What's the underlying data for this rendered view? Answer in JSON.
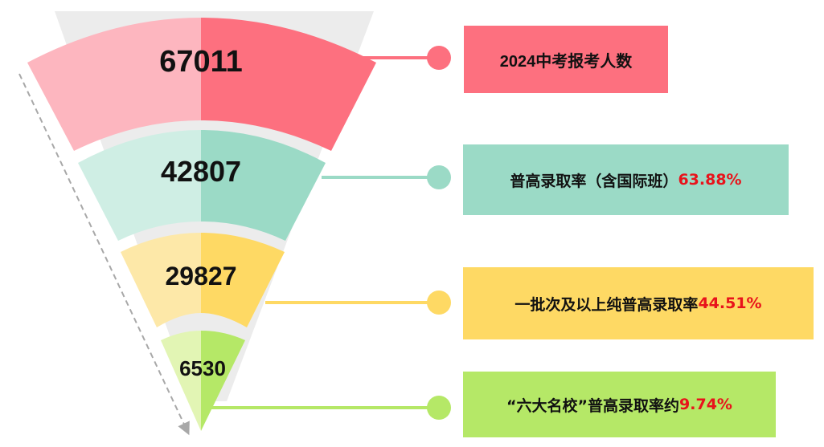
{
  "funnel": {
    "stages": [
      {
        "value": "67011",
        "label": "2024中考报考人数",
        "percent": "",
        "color_light": "#fdb6bf",
        "color_dark": "#fd707f"
      },
      {
        "value": "42807",
        "label": "普高录取率（含国际班）",
        "percent": "63.88%",
        "color_light": "#cfeee4",
        "color_dark": "#9bdac6"
      },
      {
        "value": "29827",
        "label": "一批次及以上纯普高录取率",
        "percent": "44.51%",
        "color_light": "#fde8a8",
        "color_dark": "#fed964"
      },
      {
        "value": "6530",
        "label": "“六大名校”普高录取率约",
        "percent": "9.74%",
        "color_light": "#e2f5b4",
        "color_dark": "#b5e867"
      }
    ]
  }
}
